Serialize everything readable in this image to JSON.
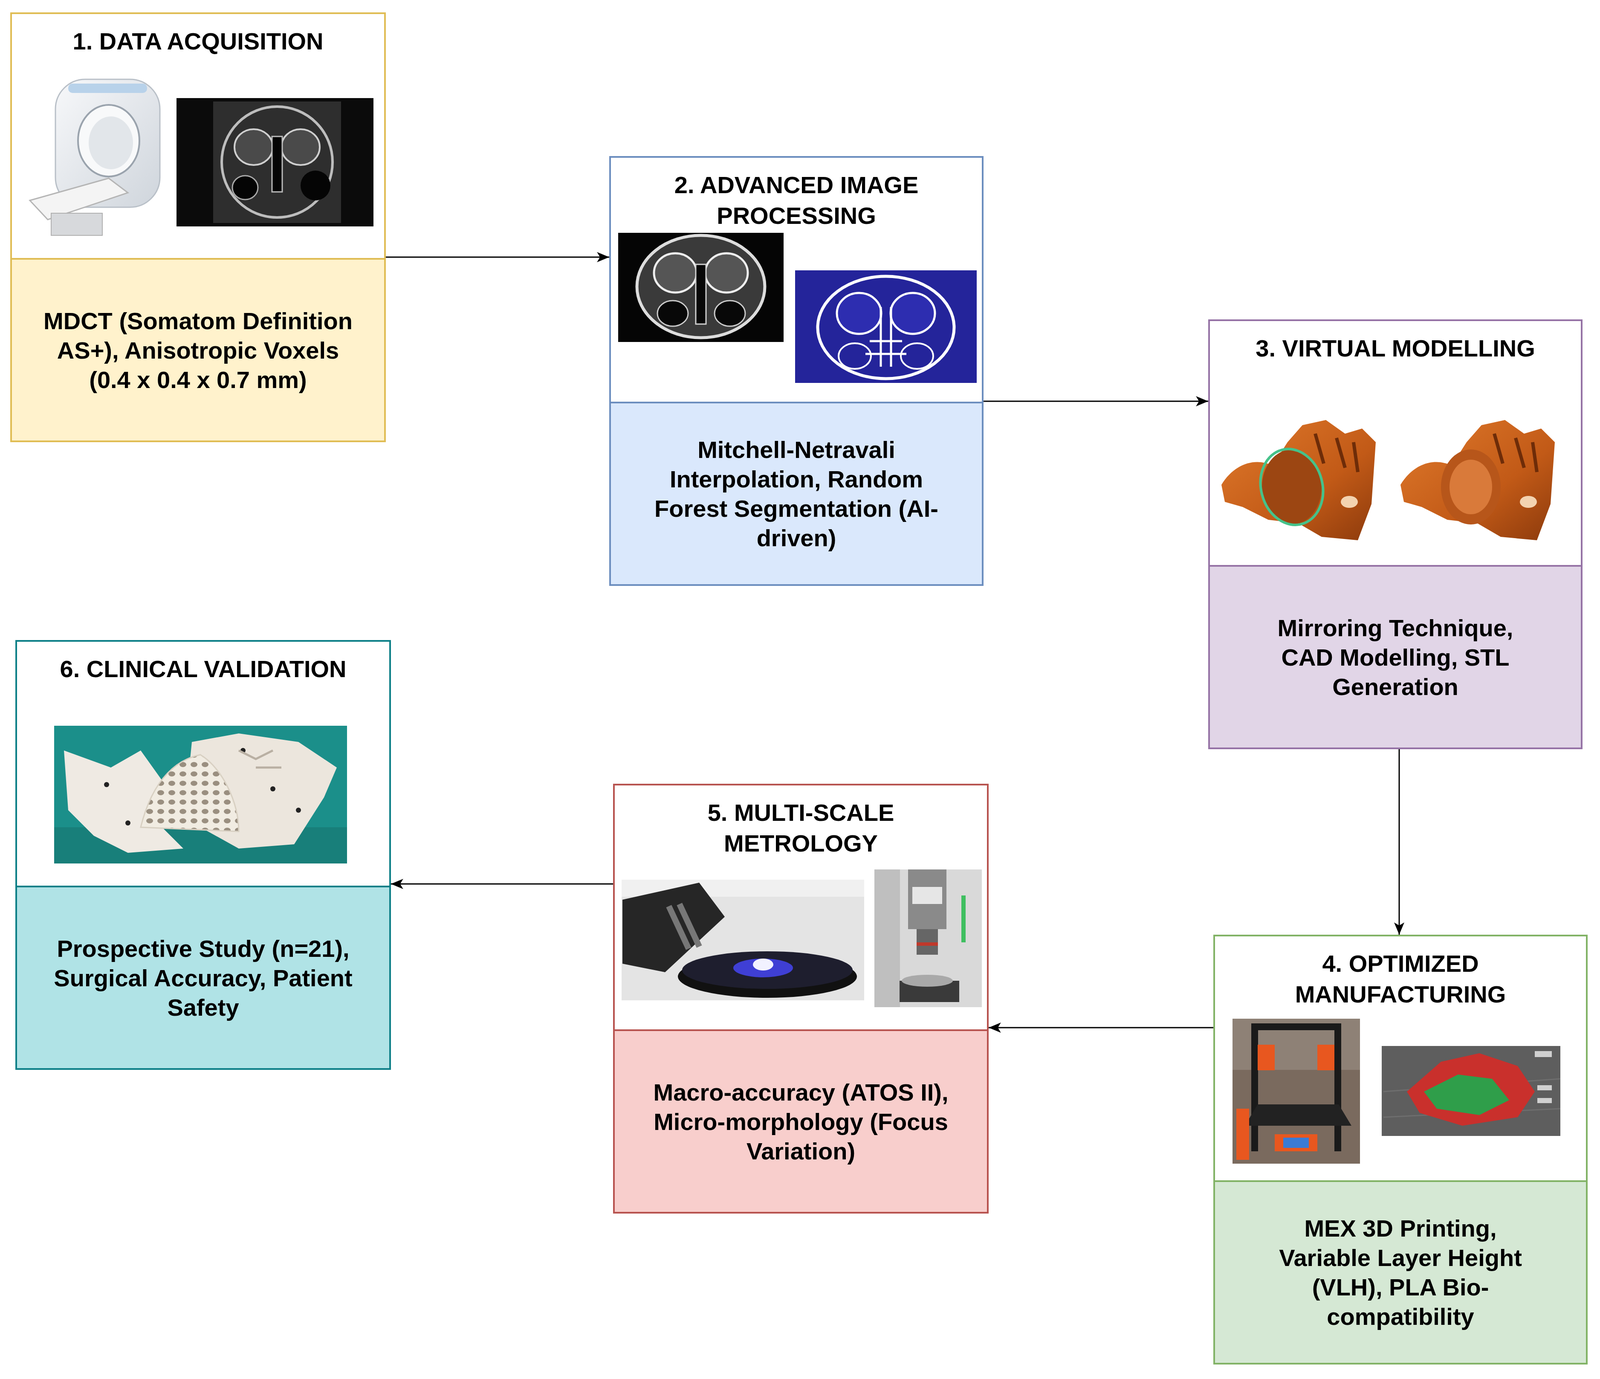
{
  "diagram": {
    "nodes": [
      {
        "text": [
          "1. DATA ACQUISITION",
          "MDCT (Somatom Definition AS+), Anisotropic Voxels (0.4 x 0.4 x 0.7 mm)"
        ]
      },
      {
        "text": [
          "2. ADVANCED IMAGE PROCESSING",
          "Mitchell-Netravali Interpolation, Random Forest Segmentation (AI-driven)"
        ]
      },
      {
        "text": [
          "3. VIRTUAL MODELLING",
          "Mirroring Technique, CAD Modelling, STL Generation"
        ]
      },
      {
        "text": [
          "4. OPTIMIZED MANUFACTURING",
          "MEX 3D Printing, Variable Layer Height (VLH), PLA Bio-compatibility"
        ]
      },
      {
        "text": [
          "5. MULTI-SCALE METROLOGY",
          "Macro-accuracy (ATOS II), Micro-morphology (Focus Variation)"
        ]
      },
      {
        "text": [
          "6. CLINICAL VALIDATION",
          "Prospective Study (n=21), Surgical Accuracy, Patient Safety"
        ]
      }
    ],
    "edges": [
      {
        "from": 0,
        "to": 1,
        "arrow": "to"
      },
      {
        "from": 1,
        "to": 2,
        "arrow": "to"
      },
      {
        "from": 2,
        "to": 3,
        "arrow": "to"
      },
      {
        "from": 3,
        "to": 4,
        "arrow": "to"
      },
      {
        "from": 4,
        "to": 5,
        "arrow": "to"
      }
    ]
  }
}
